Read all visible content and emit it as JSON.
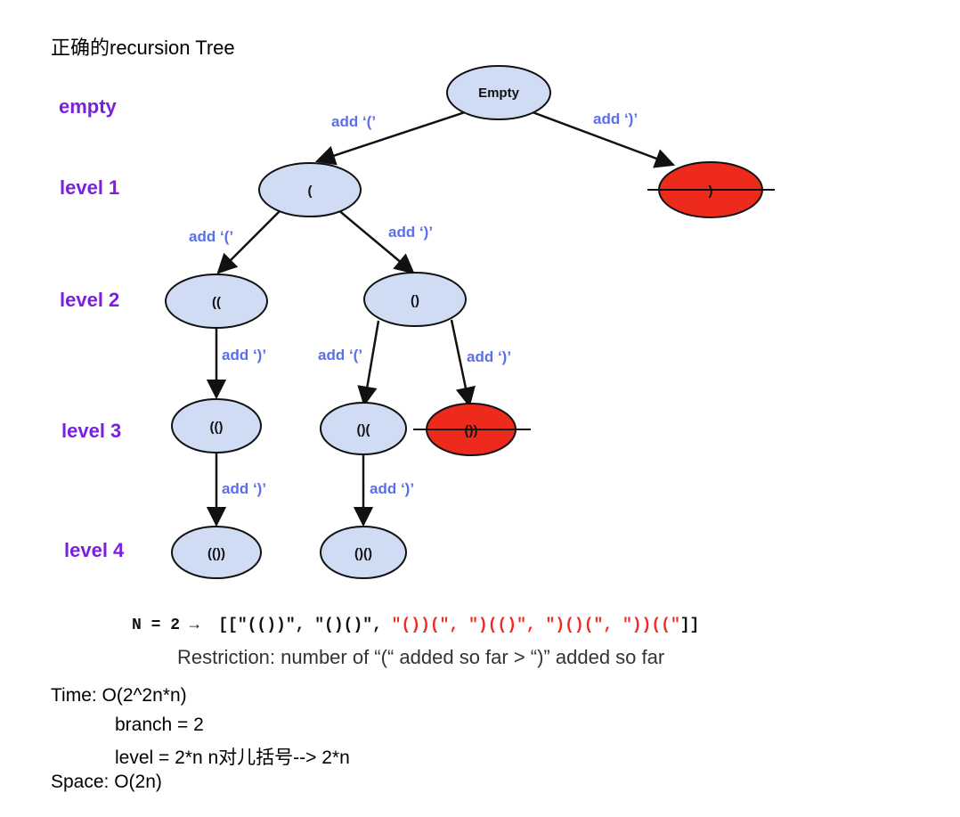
{
  "title": "正确的recursion Tree",
  "levels": {
    "empty": "empty",
    "level1": "level 1",
    "level2": "level 2",
    "level3": "level 3",
    "level4": "level 4"
  },
  "nodes": {
    "root": "Empty",
    "l1_left": "(",
    "l1_right": ")",
    "l2_a": "((",
    "l2_b": "()",
    "l3_a": "(()",
    "l3_b": "()(",
    "l3_c": "())",
    "l4_a": "(())",
    "l4_b": "()()"
  },
  "edges": {
    "open": "add ‘(’",
    "close": "add ‘)’"
  },
  "result": {
    "prefix": "N = 2 →  [[",
    "valid": [
      "\"(())\"",
      "\"()()\""
    ],
    "invalid": [
      "\"())(\"",
      "\")(()\"",
      "\")()(\"",
      "\"))((\""
    ],
    "separator": ", ",
    "suffix": "]]"
  },
  "restriction": "Restriction: number of “(“ added so far > “)” added so far",
  "complexity": {
    "time": "Time:  O(2^2n*n)",
    "branch": "branch = 2",
    "level": "level = 2*n   n对儿括号--> 2*n",
    "space": "Space:  O(2n)"
  },
  "colors": {
    "node_fill": "#cfdcf3",
    "pruned_fill": "#ee2a1c",
    "level_label": "#7a1fe0",
    "edge_label": "#5b6fe8",
    "invalid_result": "#ee2a24"
  }
}
